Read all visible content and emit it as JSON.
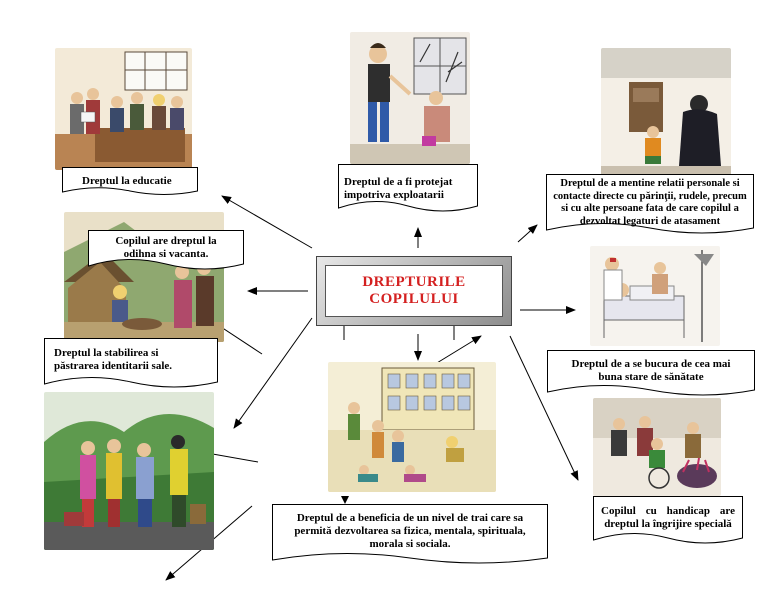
{
  "center": {
    "line1": "DREPTURILE",
    "line2": "COPILULUI"
  },
  "rights": {
    "education": "Dreptul la educatie",
    "protection": "Dreptul de a fi protejat impotriva exploatarii",
    "relations": "Dreptul de a mentine relatii personale si contacte directe cu părinţii, rudele, precum si cu alte persoane fata de care copilul a dezvoltat legaturi de atasament",
    "rest": "Copilul are dreptul la odihna si vacanta.",
    "identity": "Dreptul la stabilirea si păstrarea identitarii sale.",
    "health": "Dreptul de a se bucura de cea mai buna stare de sănătate",
    "living": "Dreptul de a beneficia de un nivel de trai care sa permită dezvoltarea sa fizica, mentala, spirituala, morala si sociala.",
    "disability": "Copilul cu handicap are dreptul la îngrijire specială"
  },
  "colors": {
    "title_red": "#d42020",
    "arrow": "#000000"
  }
}
